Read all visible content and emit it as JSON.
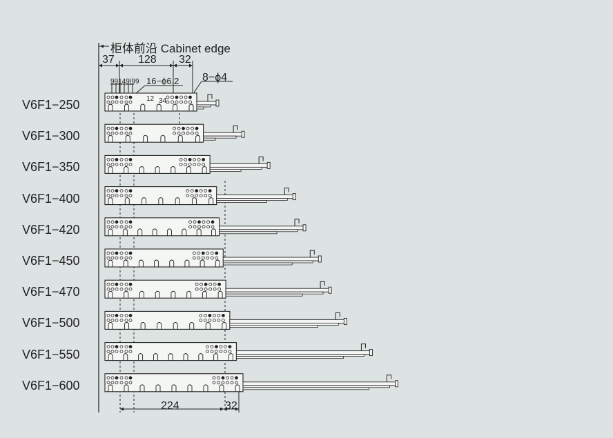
{
  "header": {
    "edge_label_cn": "柜体前沿",
    "edge_label_en": "Cabinet edge"
  },
  "top_dimensions": {
    "left_offset": "37",
    "pitch": "128",
    "right_offset": "32"
  },
  "detail_callouts": {
    "small_spacing": "99149|99",
    "holes_a": "16−ϕ6.2",
    "holes_b": "8−ϕ4",
    "dim_12": "12",
    "dim_34": "34"
  },
  "bottom_dimensions": {
    "pitch": "224",
    "right_offset": "32"
  },
  "models": [
    {
      "label": "V6F1−250",
      "body_length": 250
    },
    {
      "label": "V6F1−300",
      "body_length": 300
    },
    {
      "label": "V6F1−350",
      "body_length": 350
    },
    {
      "label": "V6F1−400",
      "body_length": 400
    },
    {
      "label": "V6F1−420",
      "body_length": 420
    },
    {
      "label": "V6F1−450",
      "body_length": 450
    },
    {
      "label": "V6F1−470",
      "body_length": 470
    },
    {
      "label": "V6F1−500",
      "body_length": 500
    },
    {
      "label": "V6F1−550",
      "body_length": 550
    },
    {
      "label": "V6F1−600",
      "body_length": 600
    }
  ],
  "colors": {
    "background": "#dde3e3",
    "line": "#222222",
    "part_fill": "#f4f6f4"
  }
}
